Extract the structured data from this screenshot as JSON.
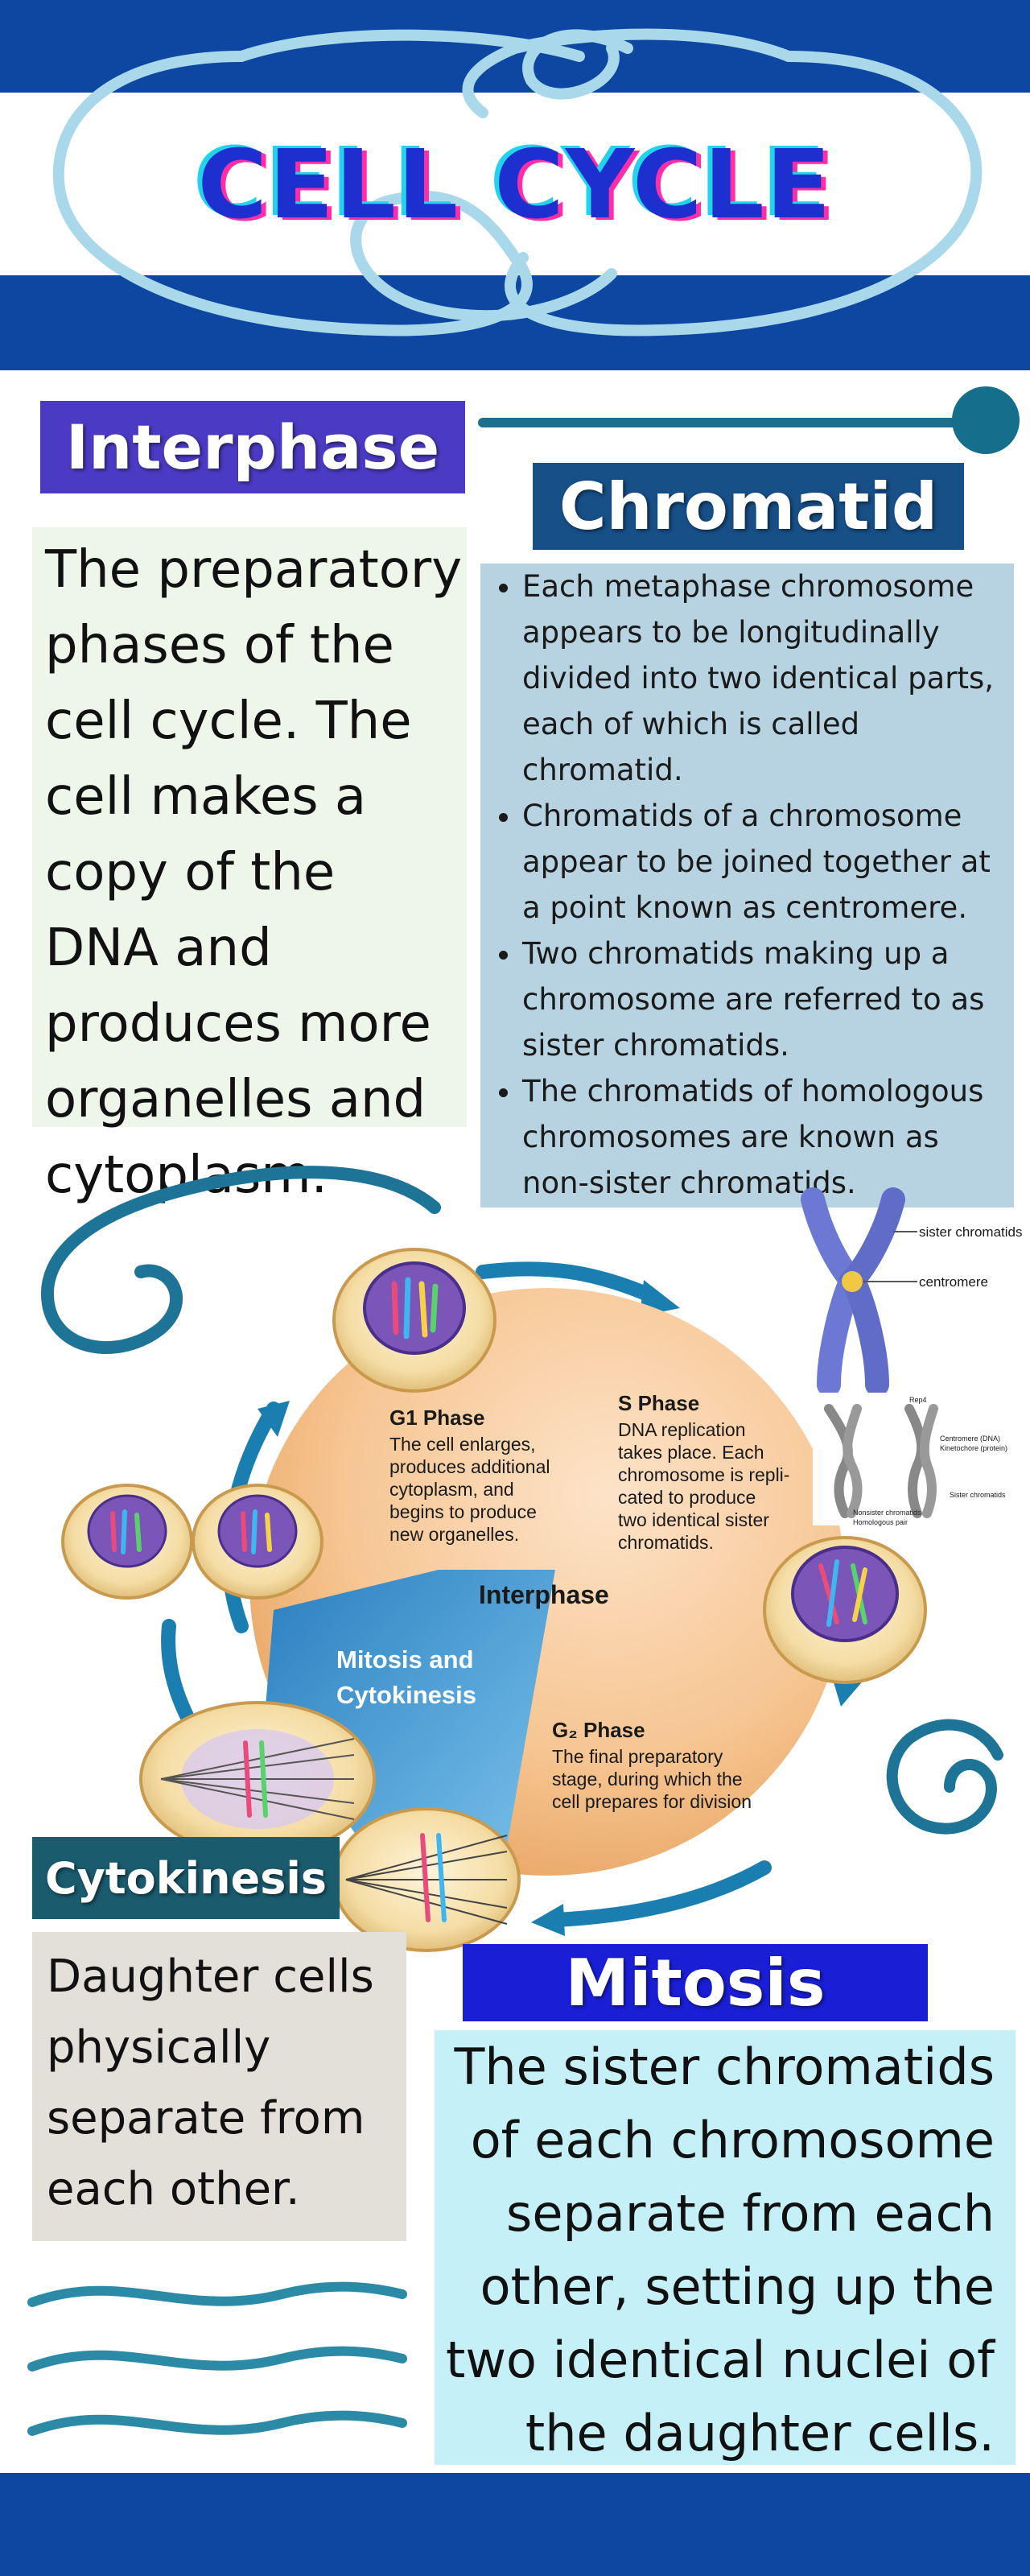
{
  "title": "CELL CYCLE",
  "interphase": {
    "heading": "Interphase",
    "text": "The preparatory phases of the cell cycle. The cell makes a copy of the DNA and produces more organelles and cytoplasm."
  },
  "chromatid": {
    "heading": "Chromatid",
    "bullets": [
      "Each metaphase chromosome appears to be longitudinally divided into two identical parts, each of which is called chromatid.",
      "Chromatids of a chromosome appear to be joined together at a point known as centromere.",
      "Two chromatids making up a chromosome are referred to as sister chromatids.",
      "The chromatids of homologous chromosomes are known as non-sister chromatids."
    ]
  },
  "diagram": {
    "g1_title": "G1 Phase",
    "g1_lines": [
      "The cell enlarges,",
      "produces additional",
      "cytoplasm, and",
      "begins to produce",
      "new organelles."
    ],
    "s_title": "S Phase",
    "s_lines": [
      "DNA replication",
      "takes place. Each",
      "chromosome is repli-",
      "cated to produce",
      "two identical sister",
      "chromatids."
    ],
    "interphase_label": "Interphase",
    "mitosis_label_1": "Mitosis and",
    "mitosis_label_2": "Cytokinesis",
    "g2_title": "G₂ Phase",
    "g2_lines": [
      "The final preparatory",
      "stage, during which the",
      "cell prepares for division"
    ],
    "chromosome_labels": [
      "sister chromatids",
      "centromere"
    ],
    "homolog_labels": [
      "Homologous pair",
      "Nonsister chromatids",
      "Sister chromatids",
      "Centromere (DNA)",
      "Kinetochore (protein)",
      "Rep4"
    ]
  },
  "cytokinesis": {
    "heading": "Cytokinesis",
    "text": "Daughter cells physically separate from each other."
  },
  "mitosis": {
    "heading": "Mitosis",
    "text": "The sister chromatids of each chromosome separate from each other, setting up the two identical nuclei of the daughter cells."
  },
  "colors": {
    "band_blue": "#0d47a1",
    "interphase_heading_bg": "#4b3bc4",
    "chromatid_heading_bg": "#174f87",
    "chromatid_panel_bg": "#b7d3e1",
    "interphase_panel_bg": "#eef6ea",
    "cytokinesis_heading_bg": "#1a5b6e",
    "cytokinesis_panel_bg": "#e3dfd9",
    "mitosis_heading_bg": "#1a1fd6",
    "mitosis_panel_bg": "#c5f0f7",
    "teal_accent": "#1d7496",
    "swirl_light": "#a9d8ea"
  }
}
